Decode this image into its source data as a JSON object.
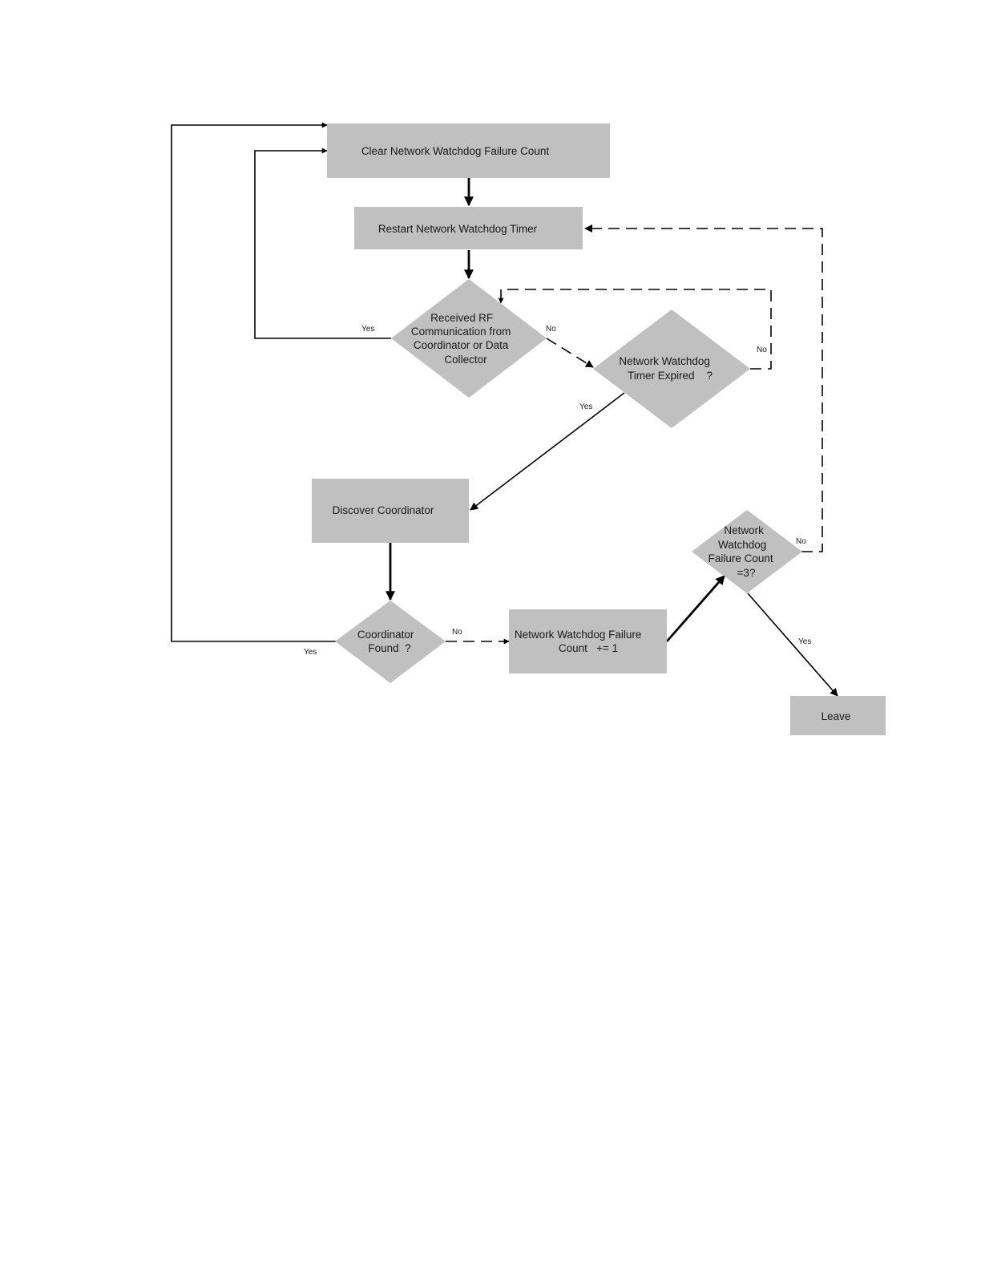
{
  "nodes": {
    "clear_count": {
      "lines": [
        "Clear Network Watchdog Failure Count"
      ]
    },
    "restart_timer": {
      "lines": [
        "Restart Network Watchdog Timer"
      ]
    },
    "received_rf": {
      "lines": [
        "Received RF",
        "Communication from",
        "Coordinator or Data",
        "Collector"
      ]
    },
    "timer_expired": {
      "lines": [
        "Network Watchdog",
        "Timer Expired    ?"
      ]
    },
    "discover_coordinator": {
      "lines": [
        "Discover Coordinator"
      ]
    },
    "coordinator_found": {
      "lines": [
        "Coordinator",
        "Found  ?"
      ]
    },
    "failure_increment": {
      "lines": [
        "Network Watchdog Failure",
        "Count   += 1"
      ]
    },
    "failure_check": {
      "lines": [
        "Network",
        "Watchdog",
        "Failure Count",
        "=3?"
      ]
    },
    "leave": {
      "lines": [
        "Leave"
      ]
    }
  },
  "edge_labels": {
    "rf_yes": "Yes",
    "rf_no": "No",
    "timer_no": "No",
    "timer_yes": "Yes",
    "found_yes": "Yes",
    "found_no": "No",
    "check_no": "No",
    "check_yes": "Yes"
  },
  "colors": {
    "node_fill": "#c0c0c0",
    "line": "#000000",
    "text": "#1a1a1a"
  }
}
